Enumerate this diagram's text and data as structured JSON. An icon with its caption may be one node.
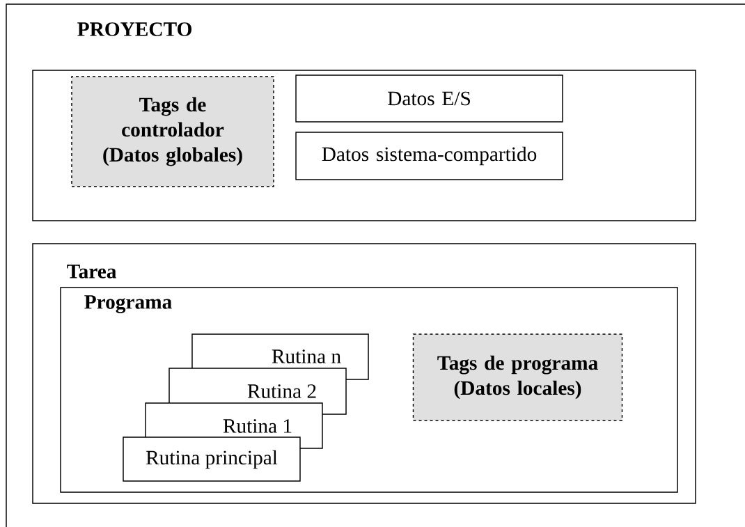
{
  "diagram": {
    "nodes": [
      {
        "text": [
          "PROYECTO"
        ]
      },
      {
        "text": [],
        "shape": "box",
        "in": 0
      },
      {
        "text": [
          "Tags de controlador (Datos globales)"
        ],
        "in": 1
      },
      {
        "text": [
          "Datos E/S"
        ],
        "in": 1
      },
      {
        "text": [
          "Datos sistema-compartido"
        ],
        "in": 1
      },
      {
        "text": [
          "Tarea"
        ],
        "in": 0
      },
      {
        "text": [
          "Programa"
        ],
        "in": 5
      },
      {
        "text": [
          "Rutina n"
        ],
        "in": 6
      },
      {
        "text": [
          "Rutina 2"
        ],
        "in": 6
      },
      {
        "text": [
          "Rutina 1"
        ],
        "in": 6
      },
      {
        "text": [
          "Rutina principal"
        ],
        "in": 6
      },
      {
        "text": [
          "Tags de programa (Datos locales)"
        ],
        "in": 6
      }
    ],
    "edges": []
  }
}
